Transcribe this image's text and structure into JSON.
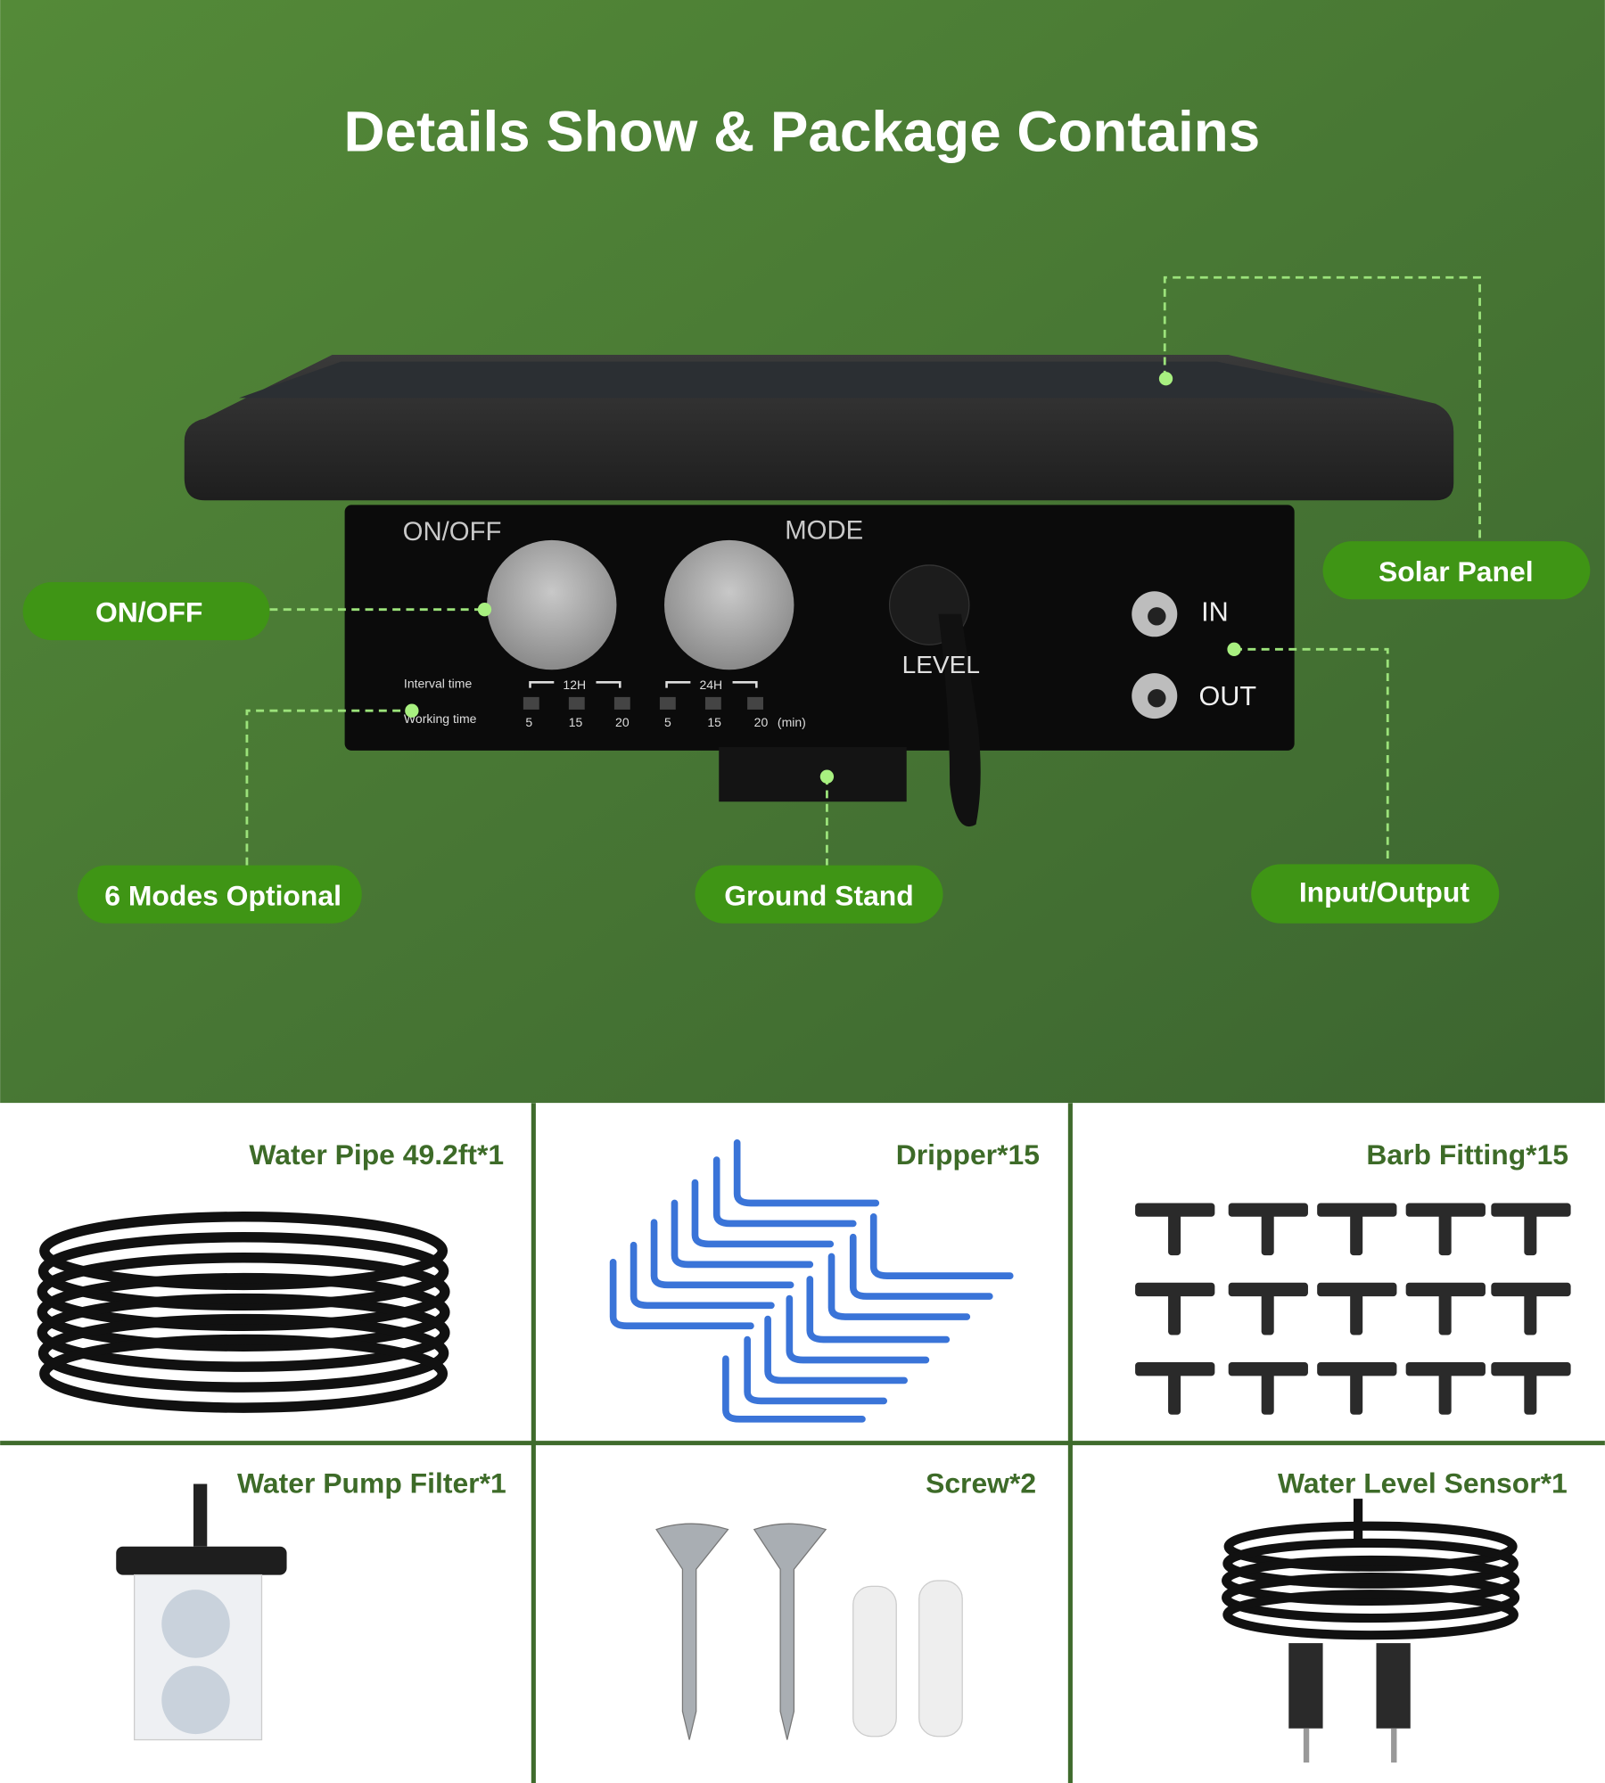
{
  "title": "Details Show & Package Contains",
  "colors": {
    "background_top": "#548a38",
    "background_bottom": "#3f6a2e",
    "pill": "#3f9515",
    "label_text": "#3d6b28",
    "divider": "#3f6b2c",
    "lead_line": "#9be27a"
  },
  "callouts": {
    "on_off": "ON/OFF",
    "solar_panel": "Solar Panel",
    "modes": "6 Modes Optional",
    "ground_stand": "Ground Stand",
    "input_output": "Input/Output"
  },
  "device_panel": {
    "on_off": "ON/OFF",
    "mode": "MODE",
    "level": "LEVEL",
    "in": "IN",
    "out": "OUT",
    "interval_time": "Interval time",
    "working_time": "Working time",
    "interval_12h": "12H",
    "interval_24h": "24H",
    "working_values": [
      "5",
      "15",
      "20",
      "5",
      "15",
      "20"
    ],
    "unit": "(min)"
  },
  "package": [
    {
      "label": "Water Pipe 49.2ft*1",
      "icon": "coiled-pipe"
    },
    {
      "label": "Dripper*15",
      "icon": "dripper"
    },
    {
      "label": "Barb Fitting*15",
      "icon": "tee-fitting"
    },
    {
      "label": "Water Pump Filter*1",
      "icon": "filter"
    },
    {
      "label": "Screw*2",
      "icon": "screw"
    },
    {
      "label": "Water Level Sensor*1",
      "icon": "sensor"
    }
  ]
}
